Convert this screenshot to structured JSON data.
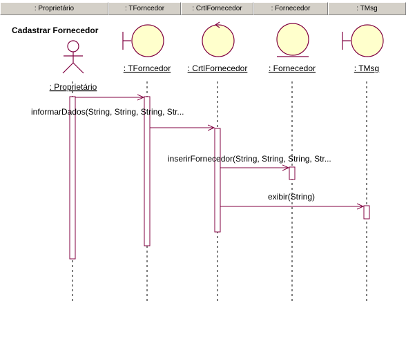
{
  "header": {
    "columns": [
      ": Proprietário",
      ": TForncedor",
      ": CrtlFornecedor",
      ": Fornecedor",
      ": TMsg"
    ]
  },
  "diagram": {
    "title": "Cadastrar Fornecedor",
    "lifelines": [
      {
        "label": ": Proprietário",
        "kind": "actor"
      },
      {
        "label": ": TForncedor",
        "kind": "boundary"
      },
      {
        "label": ": CrtlFornecedor",
        "kind": "control"
      },
      {
        "label": ": Fornecedor",
        "kind": "entity"
      },
      {
        "label": ": TMsg",
        "kind": "boundary"
      }
    ],
    "messages": [
      {
        "label": "informarDados(String, String, String, Str...",
        "from": 0,
        "to": 1
      },
      {
        "label": "",
        "from": 1,
        "to": 2
      },
      {
        "label": "inserirFornecedor(String, String, String, Str...",
        "from": 2,
        "to": 3
      },
      {
        "label": "exibir(String)",
        "from": 2,
        "to": 4
      }
    ],
    "colors": {
      "line": "#800040",
      "fill": "#ffffcc",
      "lifeline": "#000000"
    }
  }
}
